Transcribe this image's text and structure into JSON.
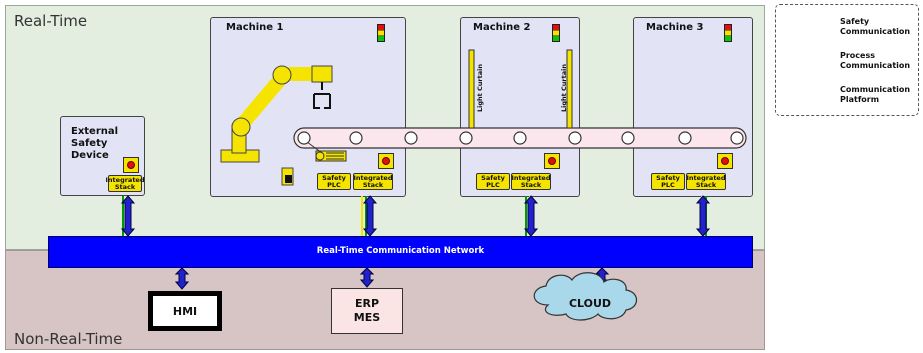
{
  "zones": {
    "real_time": "Real-Time",
    "non_real_time": "Non-Real-Time"
  },
  "external_device": {
    "title": "External\nSafety Device",
    "stack_label": "Integrated\nStack"
  },
  "machines": [
    {
      "title": "Machine 1",
      "plc_label": "Safety\nPLC",
      "stack_label": "Integrated\nStack"
    },
    {
      "title": "Machine 2",
      "plc_label": "Safety\nPLC",
      "stack_label": "Integrated\nStack"
    },
    {
      "title": "Machine 3",
      "plc_label": "Safety\nPLC",
      "stack_label": "Integrated\nStack"
    }
  ],
  "light_curtain_label": "Light Curtain",
  "network": {
    "label": "Real-Time Communication Network"
  },
  "endpoints": {
    "hmi": "HMI",
    "erp": "ERP\nMES",
    "cloud": "CLOUD"
  },
  "legend": {
    "items": [
      {
        "label": "Safety\nCommunication",
        "color": "#f0e000",
        "icon": "double-arrow-line"
      },
      {
        "label": "Process\nCommunication",
        "color": "#009900",
        "icon": "double-arrow-line"
      },
      {
        "label": "Communication\nPlatform",
        "color": "#0000ee",
        "icon": "block-double-arrow"
      }
    ]
  },
  "colors": {
    "rt_background": "#e3ede0",
    "nrt_background": "#d7c4c4",
    "machine_background": "#e3e3f6",
    "device_yellow": "#f5e400",
    "network_blue": "#0000ff",
    "conveyor": "#fbe6ee",
    "cloud": "#a9d8ea"
  }
}
